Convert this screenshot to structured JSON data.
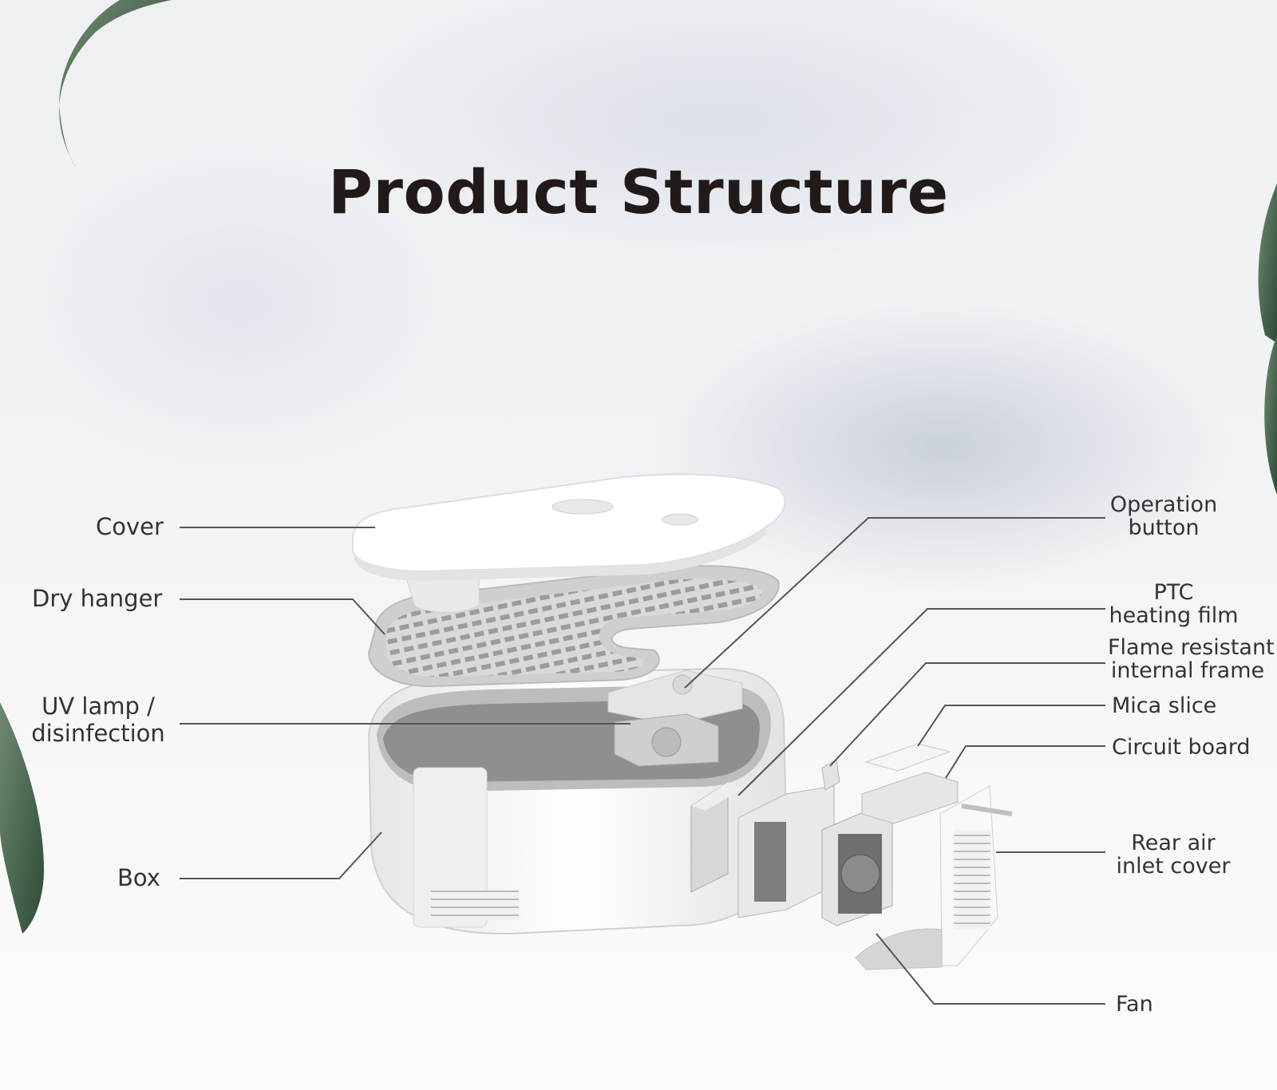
{
  "title": "Product Structure",
  "labels_left": {
    "cover": "Cover",
    "dry_hanger": "Dry hanger",
    "uv_lamp_line1": "UV lamp /",
    "uv_lamp_line2": "disinfection",
    "box": "Box"
  },
  "labels_right": {
    "operation_line1": "Operation",
    "operation_line2": "button",
    "ptc_line1": "PTC",
    "ptc_line2": "heating film",
    "frame_line1": "Flame resistant",
    "frame_line2": "internal frame",
    "mica": "Mica slice",
    "circuit": "Circuit board",
    "rear_line1": "Rear air",
    "rear_line2": "inlet cover",
    "fan": "Fan"
  },
  "colors": {
    "title": "#211a19",
    "label": "#333333",
    "leader": "#555555",
    "leaf": "#4e6b52"
  }
}
